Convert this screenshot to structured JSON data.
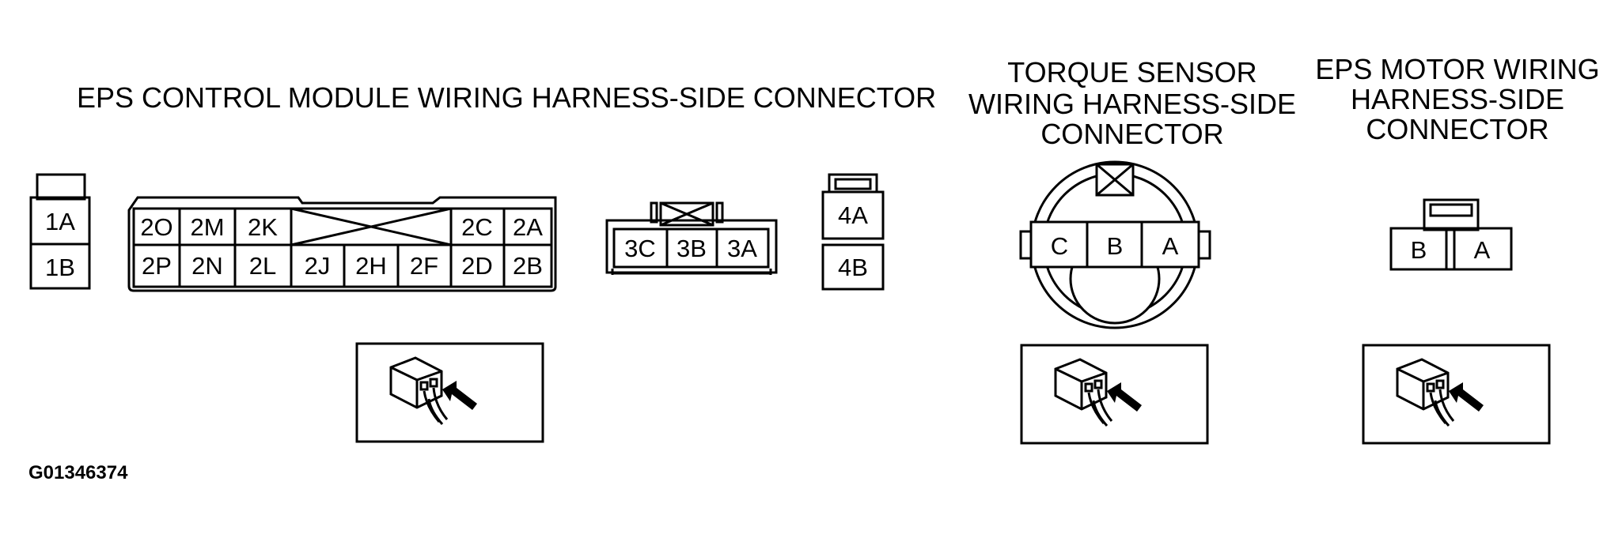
{
  "titles": {
    "eps_module": "EPS CONTROL MODULE WIRING HARNESS-SIDE CONNECTOR",
    "torque_sensor": [
      "TORQUE SENSOR",
      "WIRING HARNESS-SIDE",
      "CONNECTOR"
    ],
    "eps_motor": [
      "EPS MOTOR WIRING",
      "HARNESS-SIDE",
      "CONNECTOR"
    ]
  },
  "connector_1": {
    "pins": [
      "1A",
      "1B"
    ]
  },
  "connector_2": {
    "top_row_left": [
      "2O",
      "2M",
      "2K"
    ],
    "top_row_right": [
      "2C",
      "2A"
    ],
    "bottom_row": [
      "2P",
      "2N",
      "2L",
      "2J",
      "2H",
      "2F",
      "2D",
      "2B"
    ]
  },
  "connector_3": {
    "pins": [
      "3C",
      "3B",
      "3A"
    ]
  },
  "connector_4": {
    "pins": [
      "4A",
      "4B"
    ]
  },
  "torque_sensor_connector": {
    "pins": [
      "C",
      "B",
      "A"
    ]
  },
  "eps_motor_connector": {
    "pins": [
      "B",
      "A"
    ]
  },
  "figure_code": "G01346374"
}
